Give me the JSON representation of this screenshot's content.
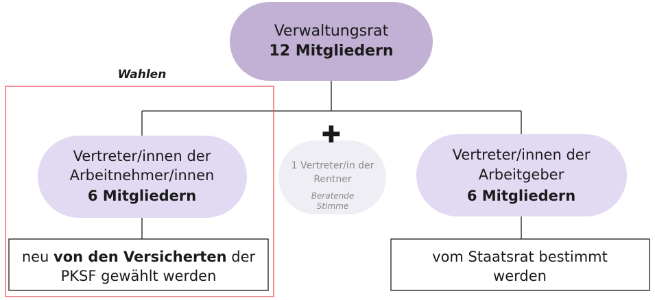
{
  "colors": {
    "top_node": "#c2b1d4",
    "mid_node": "#e2d9f3",
    "center_node": "#f0eef5",
    "highlight": "#e8474c",
    "line": "#1a1a1a"
  },
  "top_node": {
    "line1": "Verwaltungsrat",
    "line2": "12 Mitgliedern"
  },
  "wahlen_label": "Wahlen",
  "left_node": {
    "line1": "Vertreter/innen der",
    "line2": "Arbeitnehmer/innen",
    "line3": "6 Mitgliedern"
  },
  "center_node": {
    "plus": "✚",
    "line1": "1 Vertreter/in der",
    "line2": "Rentner",
    "line3": "Beratende",
    "line4": "Stimme"
  },
  "right_node": {
    "line1": "Vertreter/innen der",
    "line2": "Arbeitgeber",
    "line3": "6 Mitgliedern"
  },
  "left_box": {
    "pre": "neu ",
    "bold": "von den Versicherten",
    "post": " der",
    "line2": "PKSF gewählt werden"
  },
  "right_box": {
    "line1": "vom Staatsrat bestimmt",
    "line2": "werden"
  }
}
